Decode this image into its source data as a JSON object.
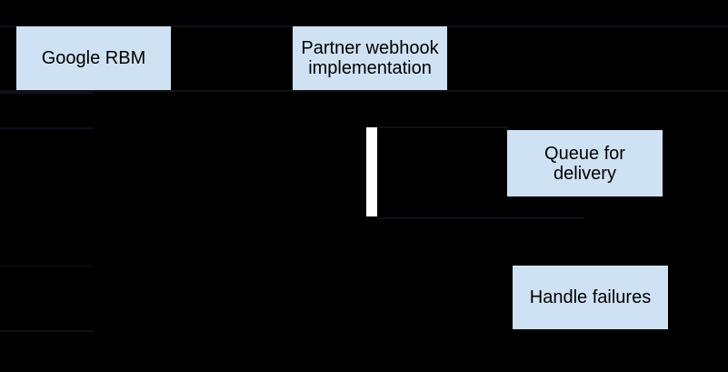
{
  "colors": {
    "background": "#000000",
    "node-fill": "#cfe2f3",
    "node-text": "#000000",
    "activation-bar": "#ffffff",
    "faint-line": "#10101a"
  },
  "diagram": {
    "type": "sequence-diagram",
    "nodes": {
      "google_rbm": {
        "label": "Google RBM"
      },
      "partner_webhook": {
        "label": "Partner webhook implementation"
      },
      "queue": {
        "label": "Queue for delivery"
      },
      "handle_failures": {
        "label": "Handle failures"
      }
    }
  }
}
